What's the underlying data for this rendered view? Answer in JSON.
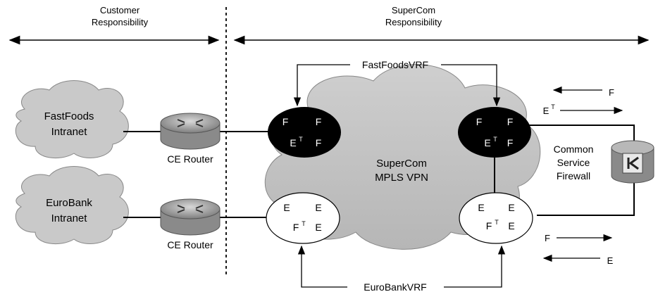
{
  "header": {
    "customer_label_line1": "Customer",
    "customer_label_line2": "Responsibility",
    "supercom_label_line1": "SuperCom",
    "supercom_label_line2": "Responsibility"
  },
  "sites": {
    "fastfoods_line1": "FastFoods",
    "fastfoods_line2": "Intranet",
    "eurobank_line1": "EuroBank",
    "eurobank_line2": "Intranet"
  },
  "routers": {
    "ce_top": "CE Router",
    "ce_bottom": "CE Router"
  },
  "cloud": {
    "line1": "SuperCom",
    "line2": "MPLS VPN"
  },
  "vrfs": {
    "fastfoods": "FastFoodsVRF",
    "eurobank": "EuroBankVRF"
  },
  "firewall": {
    "line1": "Common",
    "line2": "Service",
    "line3": "Firewall"
  },
  "vrf_tables": {
    "top_left": [
      "F",
      "F",
      "E",
      "F"
    ],
    "top_right": [
      "F",
      "F",
      "E",
      "F"
    ],
    "bottom_left": [
      "E",
      "E",
      "F",
      "E"
    ],
    "bottom_right": [
      "E",
      "E",
      "F",
      "E"
    ],
    "superscript": "T"
  },
  "flows": {
    "top_f": "F",
    "top_e": "E",
    "top_e_sup": "T",
    "bottom_f": "F",
    "bottom_e": "E"
  },
  "colors": {
    "vrf_dark": "#000000",
    "cloud_fill": "#c8c8c8",
    "router_fill": "#9a9a9a"
  }
}
